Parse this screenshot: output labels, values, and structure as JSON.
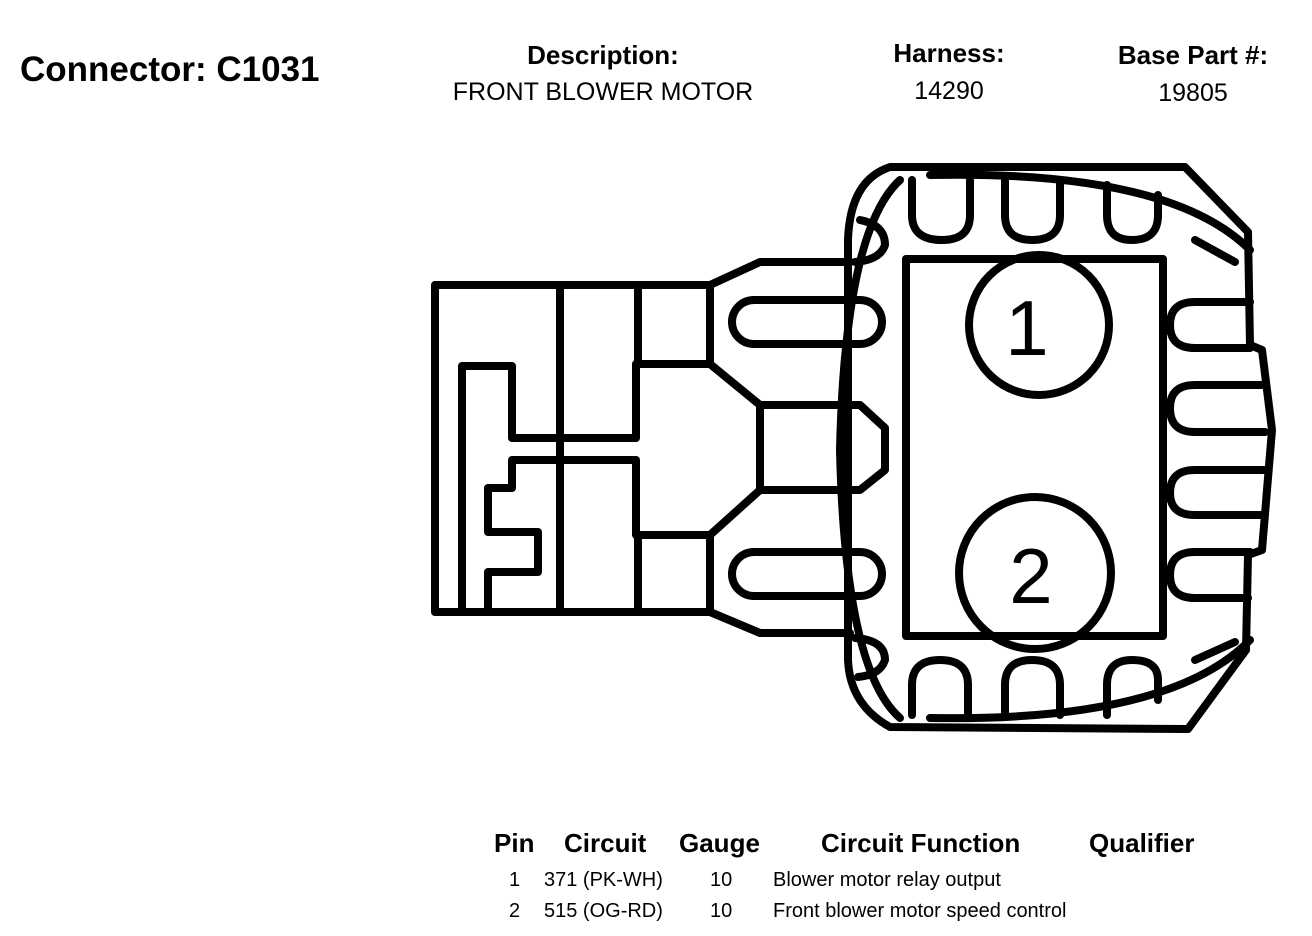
{
  "header": {
    "connector_title": "Connector: C1031",
    "description_label": "Description:",
    "description_value": "FRONT BLOWER MOTOR",
    "harness_label": "Harness:",
    "harness_value": "14290",
    "base_part_label": "Base Part #:",
    "base_part_value": "19805"
  },
  "diagram": {
    "pin_labels": [
      "1",
      "2"
    ]
  },
  "table": {
    "headers": {
      "pin": "Pin",
      "circuit": "Circuit",
      "gauge": "Gauge",
      "function": "Circuit Function",
      "qualifier": "Qualifier"
    },
    "rows": [
      {
        "pin": "1",
        "circuit": "371 (PK-WH)",
        "gauge": "10",
        "function": "Blower motor relay output",
        "qualifier": ""
      },
      {
        "pin": "2",
        "circuit": "515 (OG-RD)",
        "gauge": "10",
        "function": "Front blower motor speed control",
        "qualifier": ""
      }
    ]
  }
}
